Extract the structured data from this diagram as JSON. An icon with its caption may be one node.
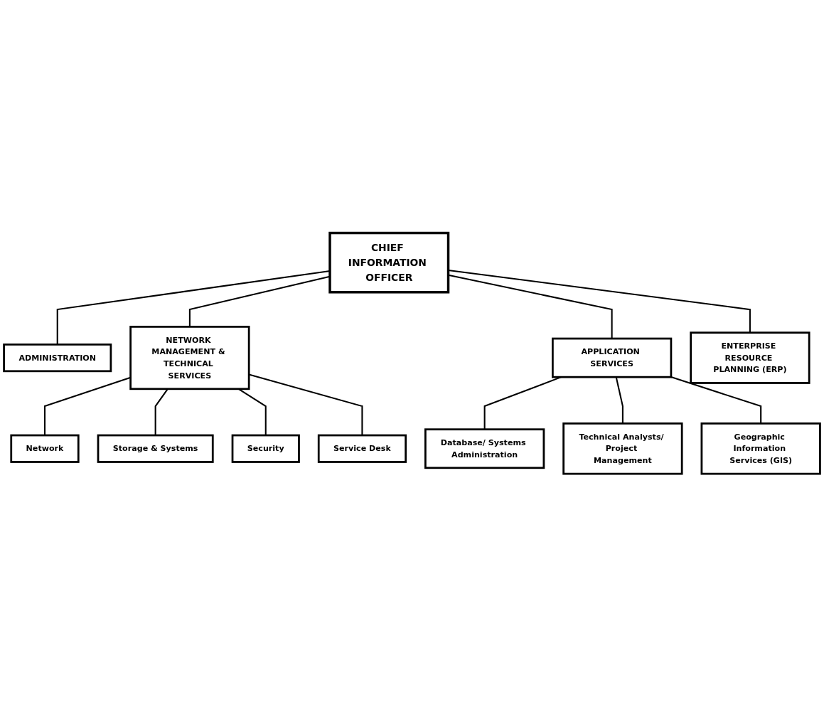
{
  "diagram": {
    "nodes": [
      {
        "text": [
          "CHIEF INFORMATION OFFICER"
        ]
      },
      {
        "text": [
          "ADMINISTRATION"
        ]
      },
      {
        "text": [
          "NETWORK MANAGEMENT & TECHNICAL SERVICES"
        ]
      },
      {
        "text": [
          "APPLICATION SERVICES"
        ]
      },
      {
        "text": [
          "ENTERPRISE RESOURCE PLANNING (ERP)"
        ]
      },
      {
        "text": [
          "Network"
        ]
      },
      {
        "text": [
          "Database/ Systems Administration"
        ]
      },
      {
        "text": [
          "Storage & Systems"
        ]
      },
      {
        "text": [
          "Technical Analysts/ Project Management"
        ]
      },
      {
        "text": [
          "Security"
        ]
      },
      {
        "text": [
          "Geographic Information Services (GIS)"
        ]
      },
      {
        "text": [
          "Service Desk"
        ]
      }
    ],
    "edges": [
      {
        "from": 0,
        "to": 1,
        "arrow": "none"
      },
      {
        "from": 0,
        "to": 2,
        "arrow": "none"
      },
      {
        "from": 0,
        "to": 3,
        "arrow": "none"
      },
      {
        "from": 0,
        "to": 4,
        "arrow": "none"
      },
      {
        "from": 2,
        "to": 5,
        "arrow": "none"
      },
      {
        "from": 2,
        "to": 7,
        "arrow": "none"
      },
      {
        "from": 2,
        "to": 9,
        "arrow": "none"
      },
      {
        "from": 2,
        "to": 11,
        "arrow": "none"
      },
      {
        "from": 3,
        "to": 6,
        "arrow": "none"
      },
      {
        "from": 3,
        "to": 8,
        "arrow": "none"
      },
      {
        "from": 3,
        "to": 10,
        "arrow": "none"
      }
    ]
  }
}
